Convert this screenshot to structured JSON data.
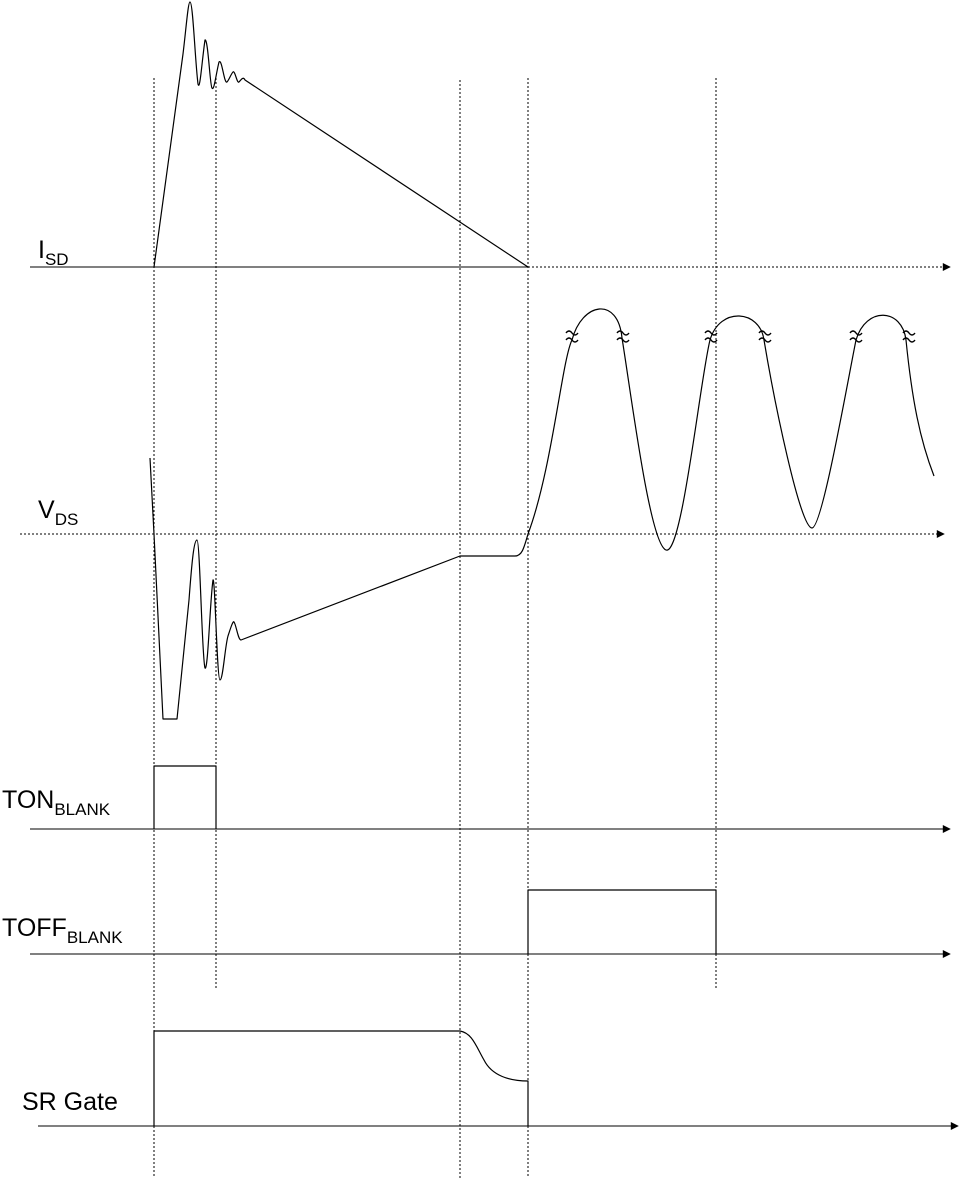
{
  "labels": {
    "isd": {
      "main": "I",
      "sub": "SD"
    },
    "vds": {
      "main": "V",
      "sub": "DS"
    },
    "ton": {
      "main": "TON",
      "sub": "BLANK"
    },
    "toff": {
      "main": "TOFF",
      "sub": "BLANK"
    },
    "sr": {
      "main": "SR Gate"
    }
  },
  "colors": {
    "stroke": "#000000",
    "background": "#ffffff"
  }
}
